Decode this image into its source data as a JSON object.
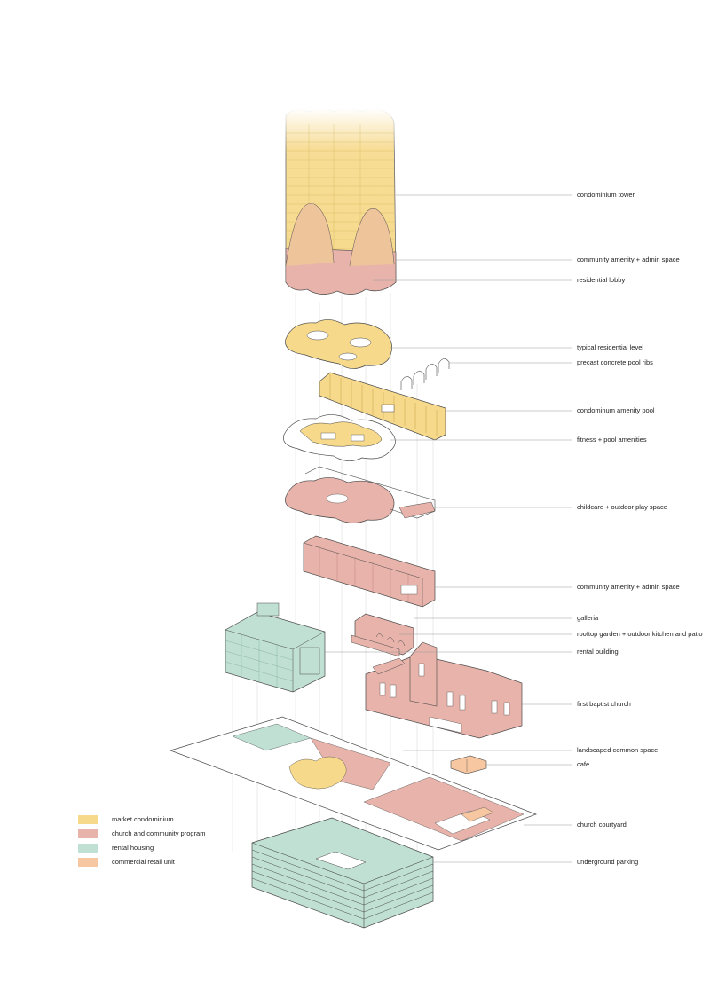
{
  "colors": {
    "market_condominium": "#f6d98a",
    "church_community": "#e8b3aa",
    "rental_housing": "#bfe0d2",
    "commercial_retail": "#f6c7a0",
    "line": "#4a4a4a",
    "leader": "#9a9a9a"
  },
  "callouts": [
    "condominium tower",
    "community amenity + admin space",
    "residential lobby",
    "typical residential level",
    "precast concrete pool ribs",
    "condominum amenity pool",
    "fitness + pool amenities",
    "childcare + outdoor play space",
    "community amenity + admin space",
    "galleria",
    "rooftop garden + outdoor kitchen and patio",
    "rental building",
    "first baptist church",
    "landscaped common space",
    "cafe",
    "church courtyard",
    "underground parking"
  ],
  "legend": [
    {
      "label": "market condominium",
      "color": "#f6d98a"
    },
    {
      "label": "church and community program",
      "color": "#e8b3aa"
    },
    {
      "label": "rental housing",
      "color": "#bfe0d2"
    },
    {
      "label": "commercial retail unit",
      "color": "#f6c7a0"
    }
  ]
}
